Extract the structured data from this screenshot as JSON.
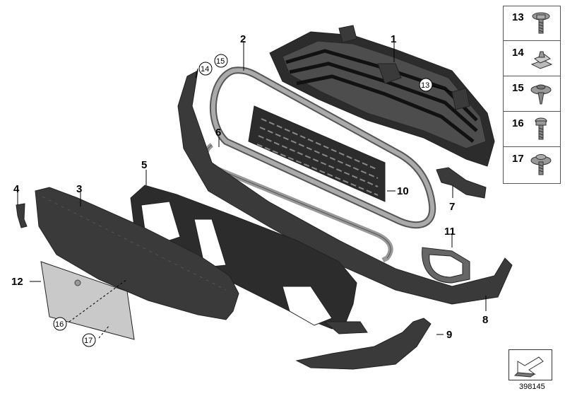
{
  "labels": {
    "p1": "1",
    "p2": "2",
    "p3": "3",
    "p4": "4",
    "p5": "5",
    "p6": "6",
    "p7": "7",
    "p8": "8",
    "p9": "9",
    "p10": "10",
    "p11": "11",
    "p12": "12",
    "c13": "13",
    "c14": "14",
    "c15": "15",
    "c16": "16",
    "c17": "17"
  },
  "fasteners": [
    {
      "num": "13",
      "icon": "screw-flange-icon"
    },
    {
      "num": "14",
      "icon": "clip-nut-icon"
    },
    {
      "num": "15",
      "icon": "expanding-rivet-icon"
    },
    {
      "num": "16",
      "icon": "screw-icon"
    },
    {
      "num": "17",
      "icon": "screw-washer-icon"
    }
  ],
  "ref": {
    "number": "398145",
    "icon": "arrow-reference-icon"
  }
}
